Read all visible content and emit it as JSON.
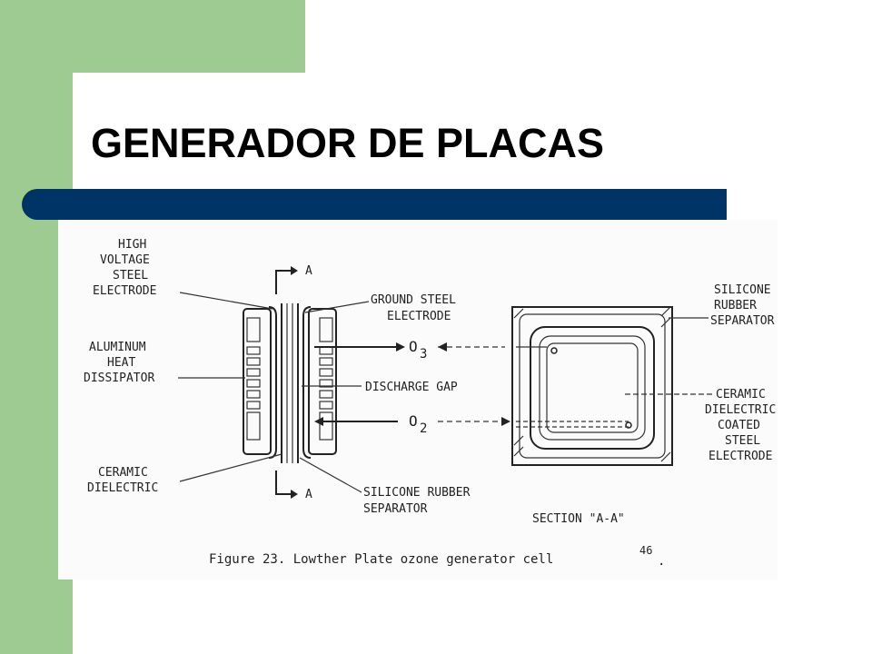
{
  "slide": {
    "title": "GENERADOR DE PLACAS",
    "colors": {
      "accent_green": "#9ecb92",
      "title_bar": "#003366"
    }
  },
  "diagram": {
    "labels": {
      "high_voltage": [
        "HIGH",
        "VOLTAGE",
        "STEEL",
        "ELECTRODE"
      ],
      "aluminum": [
        "ALUMINUM",
        "HEAT",
        "DISSIPATOR"
      ],
      "ceramic_dielectric": [
        "CERAMIC",
        "DIELECTRIC"
      ],
      "ground_steel": [
        "GROUND STEEL",
        "ELECTRODE"
      ],
      "discharge_gap": "DISCHARGE GAP",
      "silicone_rubber_bottom": [
        "SILICONE RUBBER",
        "SEPARATOR"
      ],
      "silicone_rubber_right": [
        "SILICONE",
        "RUBBER",
        "SEPARATOR"
      ],
      "ceramic_coated": [
        "CERAMIC",
        "DIELECTRIC",
        "COATED",
        "STEEL",
        "ELECTRODE"
      ],
      "section": "SECTION \"A-A\"",
      "section_mark_top": "A",
      "section_mark_bottom": "A",
      "o3": "O",
      "o3_sub": "3",
      "o2": "O",
      "o2_sub": "2"
    },
    "caption": "Figure 23.  Lowther Plate ozone generator cell",
    "caption_ref": "46",
    "caption_end": "."
  }
}
